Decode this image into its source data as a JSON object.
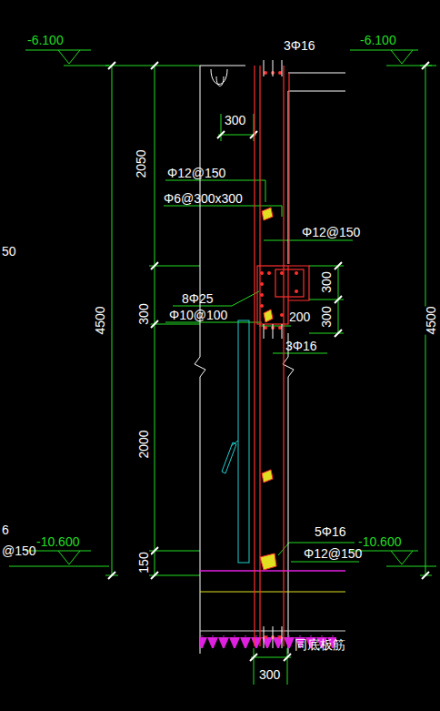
{
  "diagram": {
    "labels": [
      "-6.100",
      "-6.100",
      "3Φ16",
      "300",
      "2050",
      "4500",
      "4500",
      "300",
      "2000",
      "150",
      "Φ12@150",
      "Φ6@300x300",
      "Φ12@150",
      "300",
      "8Φ25",
      "Φ10@100",
      "200",
      "300",
      "3Φ16",
      "5Φ16",
      "Φ12@150",
      "-10.600",
      "-10.600",
      "50",
      "6",
      "@150",
      "同底板筋",
      "300"
    ]
  }
}
